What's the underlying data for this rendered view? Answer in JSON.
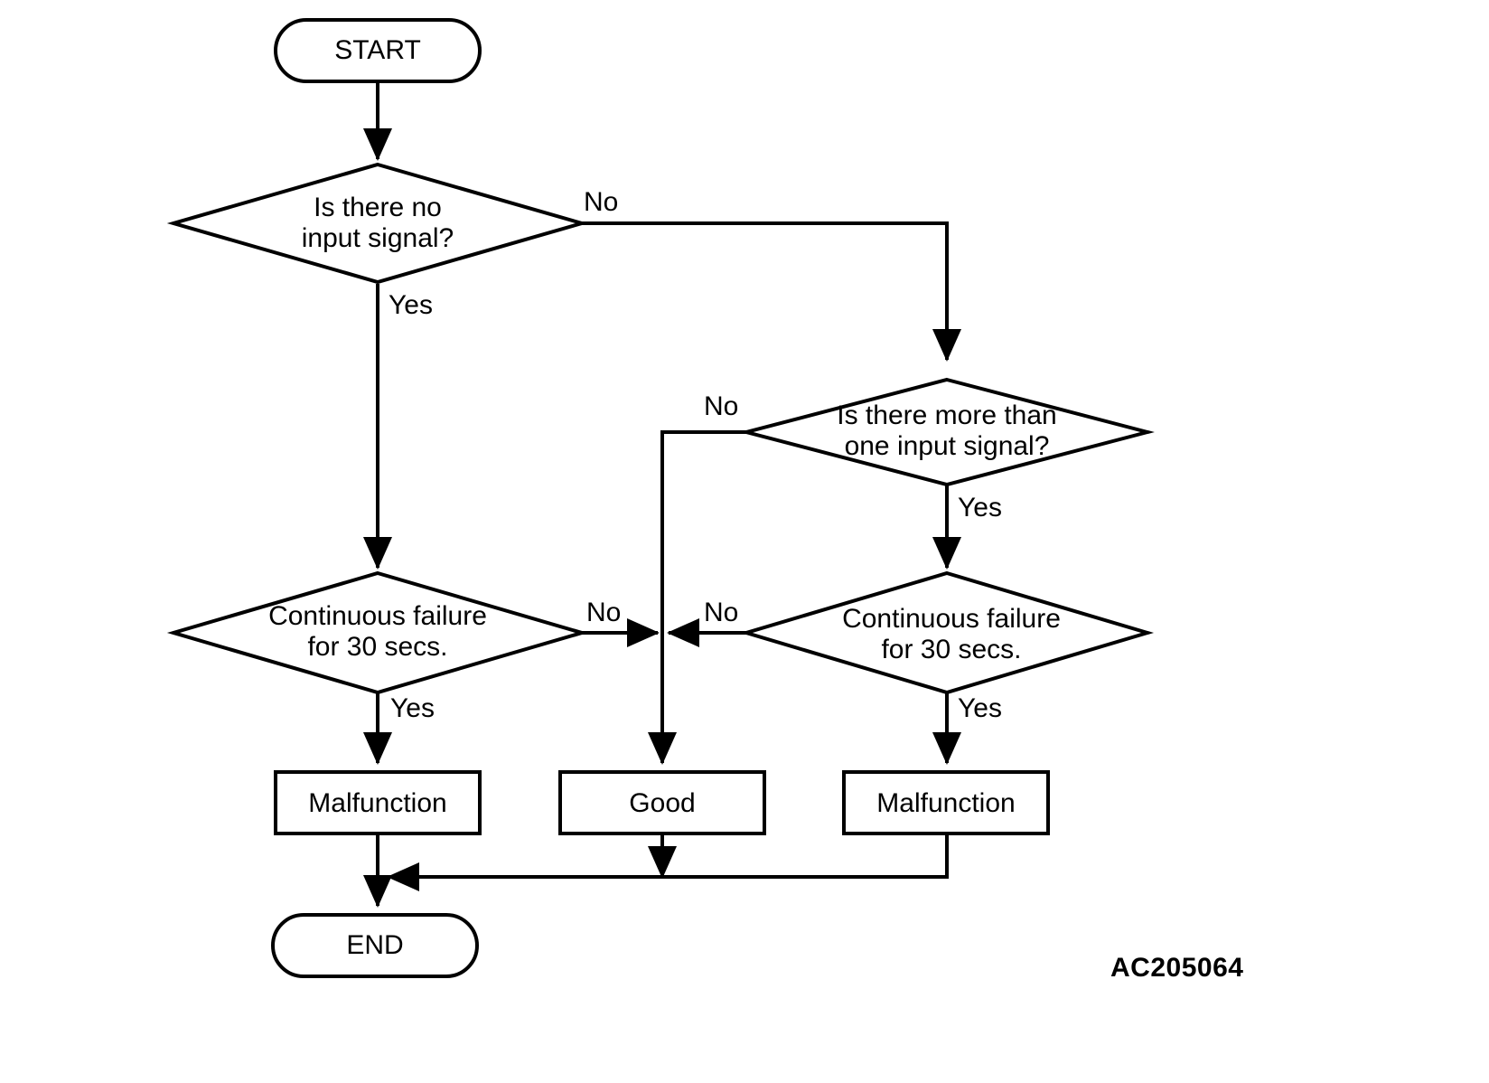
{
  "figure": {
    "code": "AC205064",
    "background_color": "#ffffff",
    "line_color": "#000000",
    "type": "flowchart"
  },
  "nodes": {
    "start": {
      "label": "START",
      "shape": "terminator"
    },
    "decision1": {
      "line1": "Is there no",
      "line2": "input signal?",
      "shape": "decision"
    },
    "decision2": {
      "line1": "Is there more than",
      "line2": "one input signal?",
      "shape": "decision"
    },
    "decision3": {
      "line1": "Continuous failure",
      "line2": "for 30 secs.",
      "shape": "decision"
    },
    "decision4": {
      "line1": "Continuous failure",
      "line2": "for 30 secs.",
      "shape": "decision"
    },
    "result_left": {
      "label": "Malfunction",
      "shape": "process"
    },
    "result_center": {
      "label": "Good",
      "shape": "process"
    },
    "result_right": {
      "label": "Malfunction",
      "shape": "process"
    },
    "end": {
      "label": "END",
      "shape": "terminator"
    }
  },
  "edges": {
    "d1_no": "No",
    "d1_yes": "Yes",
    "d2_no": "No",
    "d2_yes": "Yes",
    "d3_no": "No",
    "d3_yes": "Yes",
    "d4_no": "No",
    "d4_yes": "Yes"
  }
}
